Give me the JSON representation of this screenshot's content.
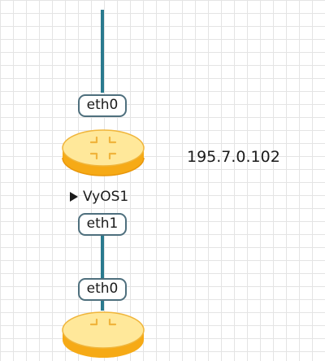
{
  "diagram": {
    "nodes": [
      {
        "id": "vyos1",
        "label": "VyOS1",
        "type": "router",
        "icon": "router-icon",
        "management_ip": "195.7.0.102",
        "ports": [
          {
            "name": "eth0"
          },
          {
            "name": "eth1"
          }
        ]
      },
      {
        "id": "lower-router",
        "type": "router",
        "icon": "router-icon",
        "ports": [
          {
            "name": "eth0"
          }
        ]
      }
    ],
    "links": [
      {
        "from": "upstream",
        "to": "vyos1.eth0"
      },
      {
        "from": "vyos1.eth1",
        "to": "lower-router.eth0"
      }
    ],
    "colors": {
      "link": "#2a7a8e",
      "router_body": "#f6aa16",
      "router_top": "#ffe89a",
      "port_border": "#4e6f7d",
      "grid": "#e4e4e4"
    }
  }
}
